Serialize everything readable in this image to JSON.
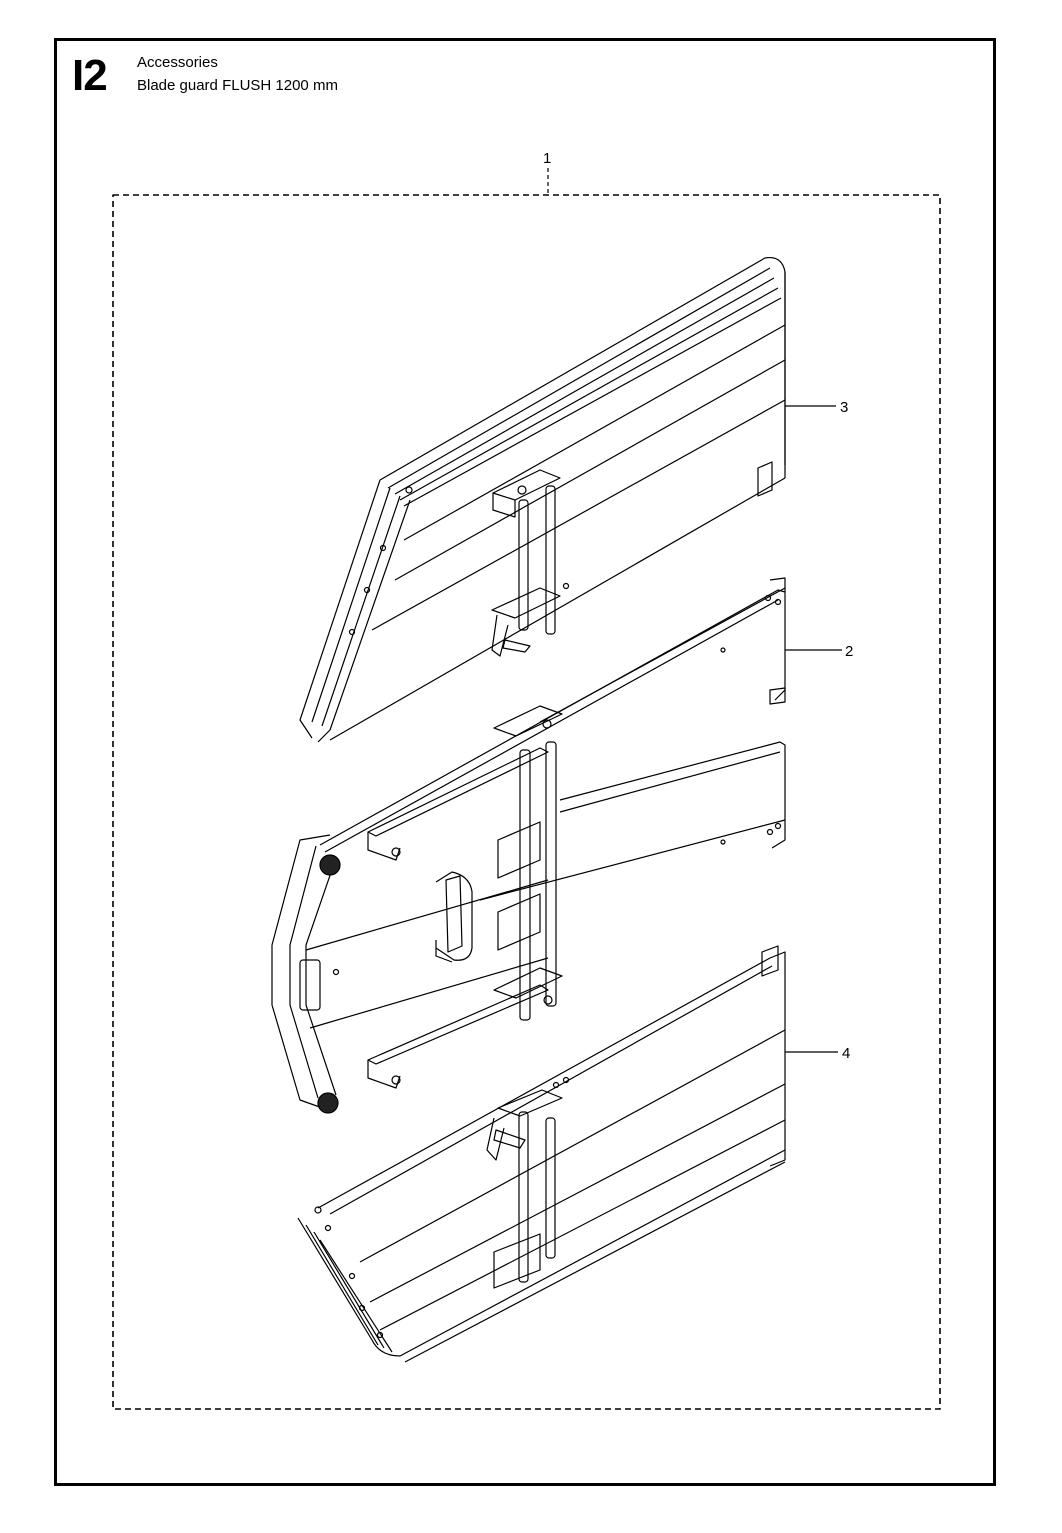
{
  "header": {
    "section_code": "I2",
    "category": "Accessories",
    "title": "Blade guard FLUSH 1200 mm"
  },
  "callouts": [
    {
      "id": "1",
      "label": "1"
    },
    {
      "id": "2",
      "label": "2"
    },
    {
      "id": "3",
      "label": "3"
    },
    {
      "id": "4",
      "label": "4"
    }
  ]
}
